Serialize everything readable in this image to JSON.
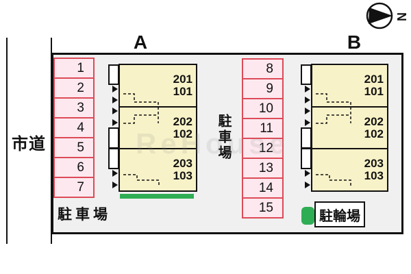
{
  "site": {
    "fill_color": "#f0f0f0",
    "road_label": "市道",
    "parking_label_left": "駐車場",
    "parking_label_middle": "駐車場",
    "bicycle_legend_label": "駐輪場",
    "bicycle_color": "#2fad55",
    "parking_fill": "#fce8ee",
    "parking_border": "#dd4a58",
    "building_fill": "#f8f2c8"
  },
  "compass": {
    "letter": "N"
  },
  "watermark": "ReHouse",
  "buildings": [
    {
      "label": "A",
      "units": [
        {
          "upper": "201",
          "lower": "101"
        },
        {
          "upper": "202",
          "lower": "102"
        },
        {
          "upper": "203",
          "lower": "103"
        }
      ]
    },
    {
      "label": "B",
      "units": [
        {
          "upper": "201",
          "lower": "101"
        },
        {
          "upper": "202",
          "lower": "102"
        },
        {
          "upper": "203",
          "lower": "103"
        }
      ]
    }
  ],
  "parking": {
    "left_spaces": [
      "1",
      "2",
      "3",
      "4",
      "5",
      "6",
      "7"
    ],
    "middle_spaces": [
      "8",
      "9",
      "10",
      "11",
      "12",
      "13",
      "14",
      "15"
    ]
  }
}
